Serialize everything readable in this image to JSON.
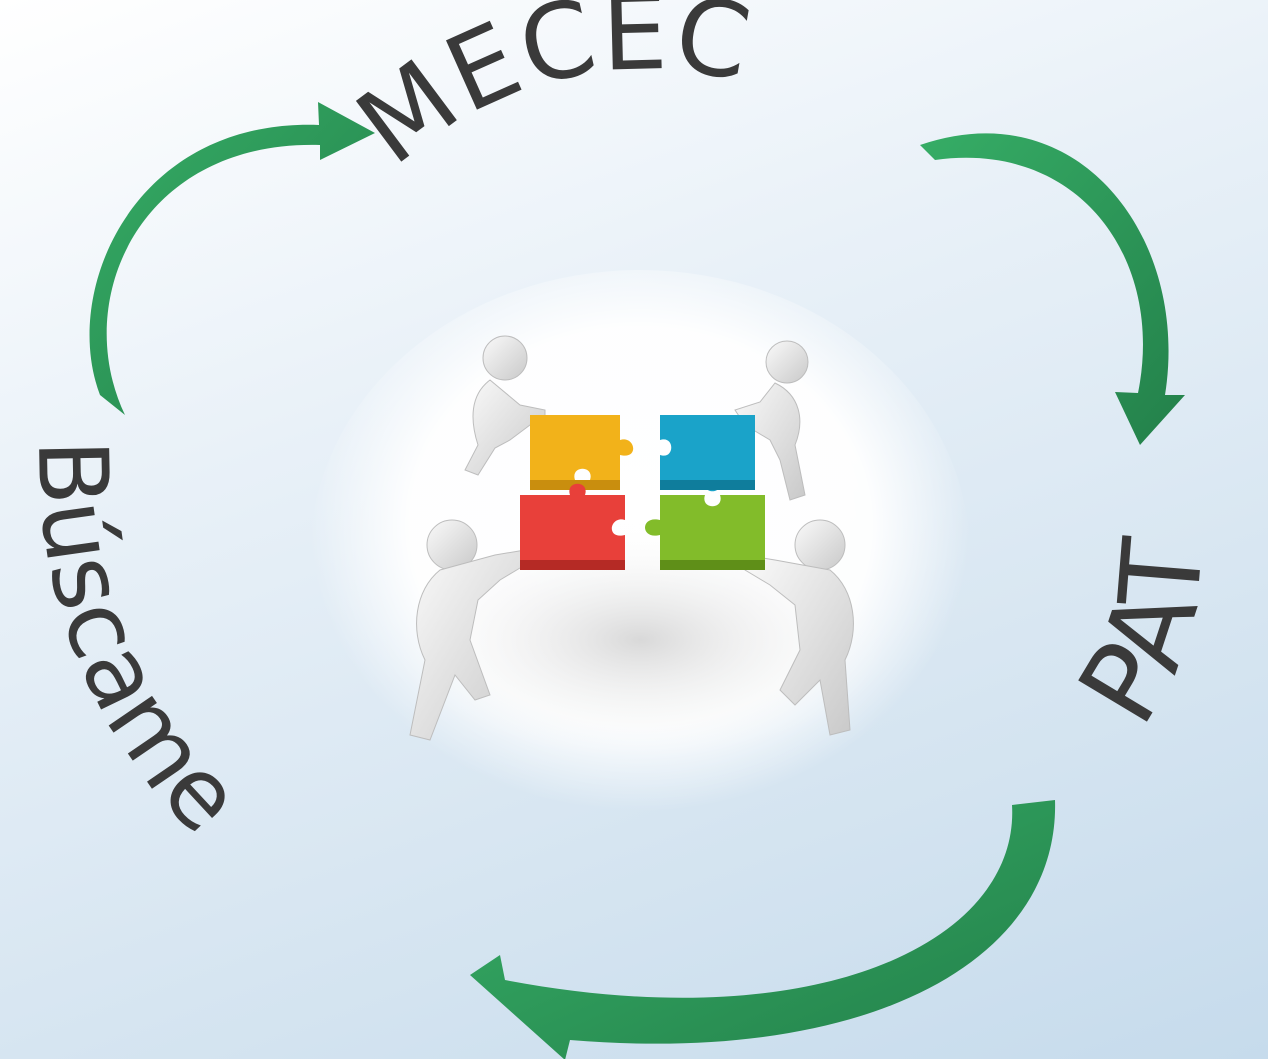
{
  "labels": {
    "top": "MECEC",
    "right": "PAT",
    "left": "Búscame"
  },
  "illustration": {
    "icon": "people-assembling-puzzle-icon",
    "pieces": [
      "yellow",
      "blue",
      "red",
      "green"
    ]
  },
  "colors": {
    "arrow": "#2e9e5b",
    "arrow_dark": "#1f7a42",
    "text": "#3a3a3a",
    "puzzle_yellow": "#f2b21a",
    "puzzle_blue": "#1aa3c9",
    "puzzle_red": "#e8403a",
    "puzzle_green": "#82bc2a"
  }
}
